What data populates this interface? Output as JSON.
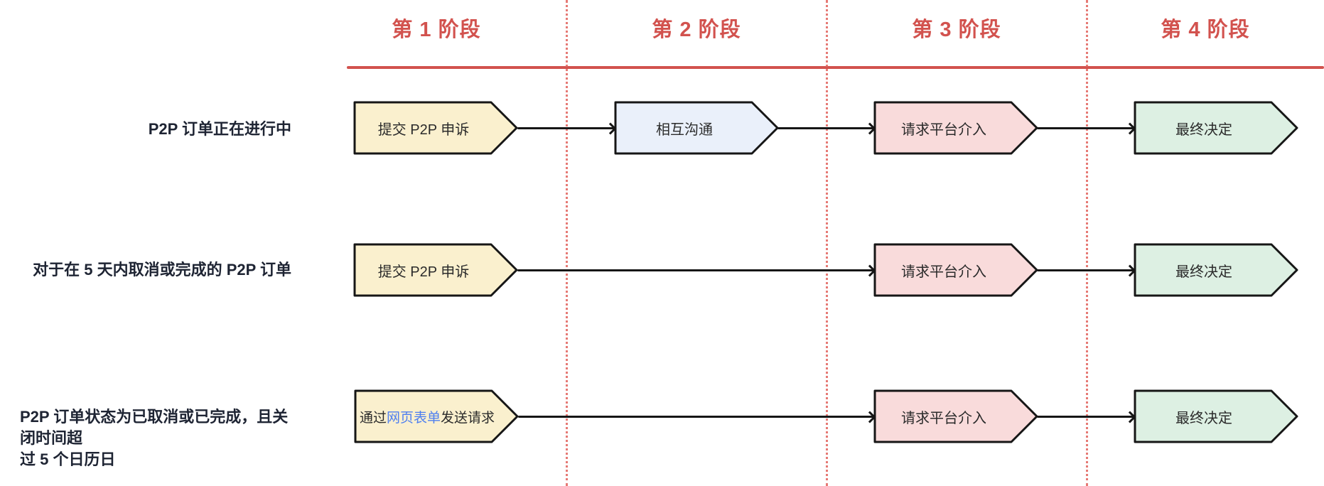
{
  "header": {
    "stages": [
      "第 1 阶段",
      "第 2 阶段",
      "第 3 阶段",
      "第 4 阶段"
    ]
  },
  "colors": {
    "stage_accent_red": "#d2524e",
    "divider_dotted_red": "#e2635e",
    "shape_border": "#161616",
    "node_fill_yellow": "#faf0ce",
    "node_fill_blue": "#eaf0fa",
    "node_fill_pink": "#f9dbdb",
    "node_fill_green": "#ddf0e3",
    "row_label_text": "#1e2433",
    "node_text": "#2b2b2b",
    "link_blue": "#4e7ff0"
  },
  "rows": [
    {
      "label_lines": [
        "P2P 订单正在进行中"
      ],
      "nodes": [
        {
          "label": "提交 P2P 申诉",
          "color": "yellow"
        },
        {
          "label": "相互沟通",
          "color": "blue"
        },
        {
          "label": "请求平台介入",
          "color": "pink"
        },
        {
          "label": "最终决定",
          "color": "green"
        }
      ]
    },
    {
      "label_lines": [
        "对于在 5 天内取消或完成的 P2P 订单"
      ],
      "nodes": [
        {
          "label": "提交 P2P 申诉",
          "color": "yellow"
        },
        {
          "label": "请求平台介入",
          "color": "pink"
        },
        {
          "label": "最终决定",
          "color": "green"
        }
      ]
    },
    {
      "label_lines": [
        "P2P 订单状态为已取消或已完成，且关闭时间超",
        "过 5 个日历日"
      ],
      "nodes": [
        {
          "parts": [
            "通过",
            "网页表单",
            "发送请求"
          ],
          "color": "yellow"
        },
        {
          "label": "请求平台介入",
          "color": "pink"
        },
        {
          "label": "最终决定",
          "color": "green"
        }
      ]
    }
  ]
}
